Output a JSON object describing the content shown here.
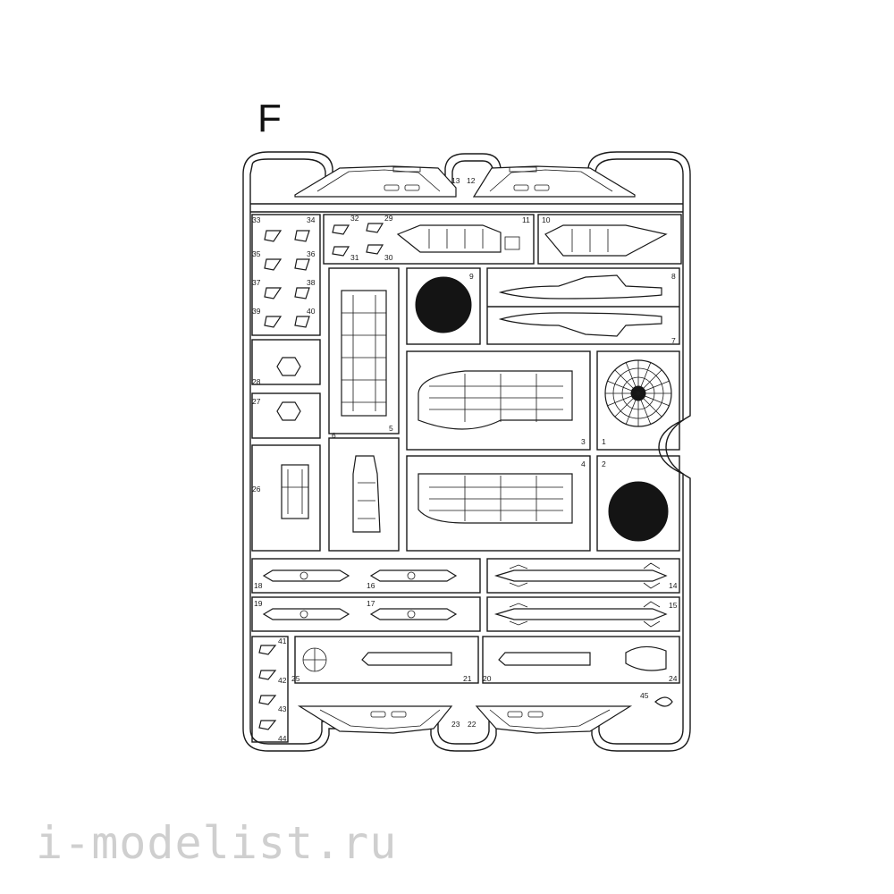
{
  "sprue": {
    "letter": "F",
    "watermark": "i-modelist.ru",
    "part_numbers": [
      "1",
      "2",
      "3",
      "4",
      "5",
      "6",
      "7",
      "8",
      "9",
      "10",
      "11",
      "12",
      "13",
      "14",
      "15",
      "16",
      "17",
      "18",
      "19",
      "20",
      "21",
      "22",
      "23",
      "24",
      "25",
      "26",
      "27",
      "28",
      "29",
      "30",
      "31",
      "32",
      "33",
      "34",
      "35",
      "36",
      "37",
      "38",
      "39",
      "40",
      "41",
      "42",
      "43",
      "44",
      "45"
    ]
  }
}
